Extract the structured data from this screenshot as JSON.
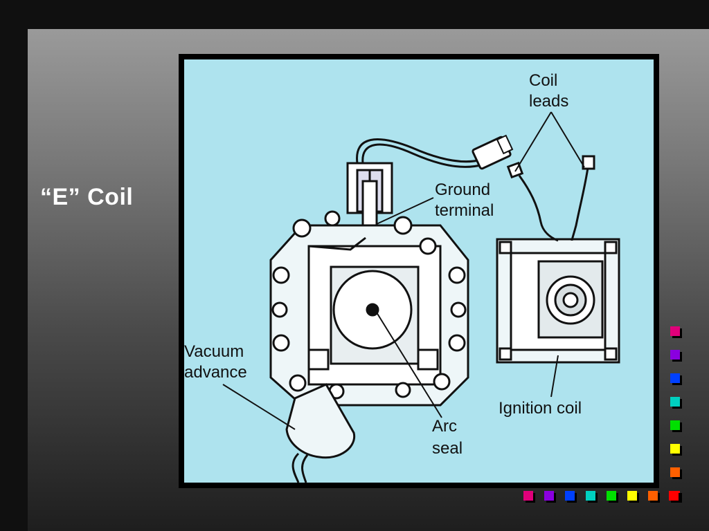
{
  "slide": {
    "title": "“E” Coil"
  },
  "diagram": {
    "labels": {
      "coil_leads": [
        "Coil",
        "leads"
      ],
      "ground_terminal": [
        "Ground",
        "terminal"
      ],
      "vacuum_advance": [
        "Vacuum",
        "advance"
      ],
      "ignition_coil": "Ignition coil",
      "arc_seal": [
        "Arc",
        "seal"
      ]
    }
  },
  "decor": {
    "colors": [
      "#e0007a",
      "#8a00e0",
      "#0040ff",
      "#00d0c0",
      "#00e000",
      "#ffff00",
      "#ff6000",
      "#ff0000"
    ]
  }
}
